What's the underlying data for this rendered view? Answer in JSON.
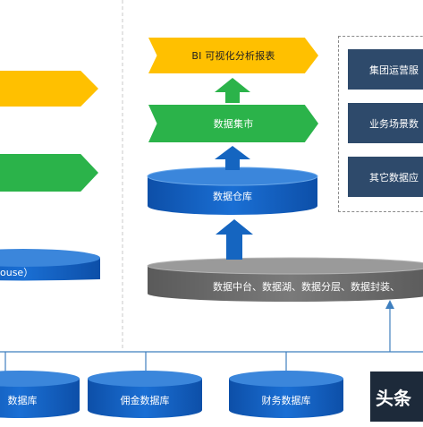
{
  "left_panel": {
    "warehouse_partial_label": "ouse）"
  },
  "right_panel": {
    "bi_banner": "BI 可视化分析报表",
    "datamart_banner": "数据集市",
    "warehouse_label": "数据仓库",
    "platform_label": "数据中台、数据湖、数据分层、数据封装、"
  },
  "services": [
    "集团运营服",
    "业务场景数",
    "其它数据应"
  ],
  "sources": [
    "数据库",
    "佣金数据库",
    "财务数据库"
  ],
  "watermark": "头条",
  "colors": {
    "yellow": "#ffc000",
    "green": "#2bb34a",
    "blue": "#1565c0",
    "gray": "#6f6f6f",
    "navy": "#2e4a6b"
  }
}
